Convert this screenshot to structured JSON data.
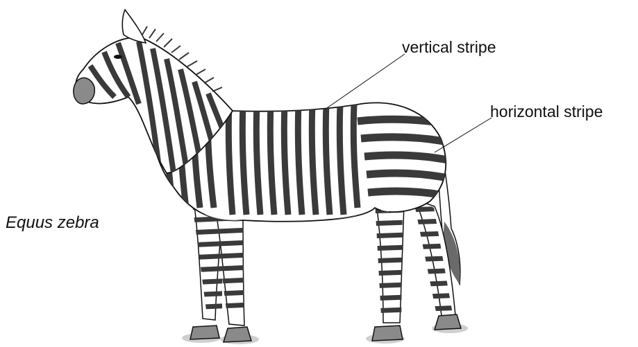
{
  "labels": {
    "species": "Equus zebra",
    "vertical_stripe": "vertical stripe",
    "horizontal_stripe": "horizontal stripe"
  },
  "figure": {
    "subject": "zebra",
    "colors": {
      "stripe": "#3a3a3a",
      "body": "#ffffff",
      "shade": "#b9b9b9",
      "line": "#111111"
    }
  }
}
